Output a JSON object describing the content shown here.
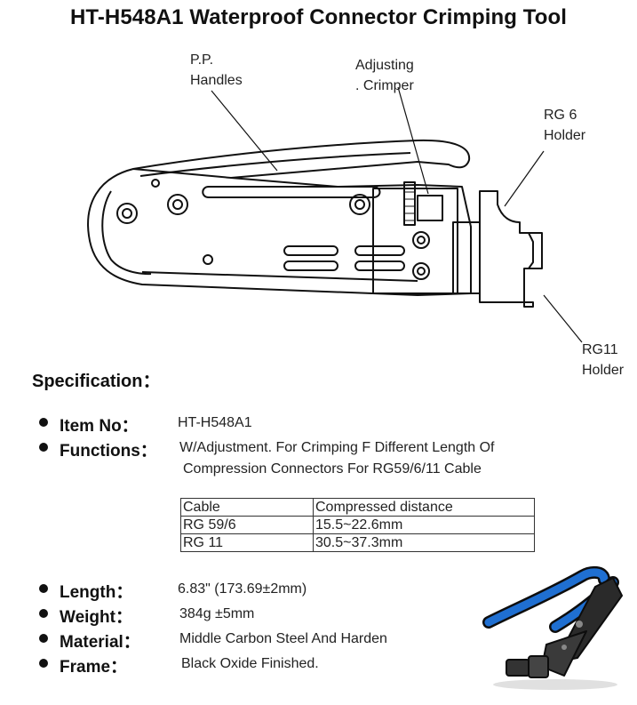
{
  "title": "HT-H548A1 Waterproof Connector Crimping Tool",
  "labels": {
    "pp_handles": [
      "P.P.",
      "Handles"
    ],
    "adjusting_crimper": [
      "Adjusting",
      ". Crimper"
    ],
    "rg6_holder": [
      "RG 6",
      "Holder"
    ],
    "rg11_holder": [
      "RG11",
      "Holder"
    ]
  },
  "spec_heading": "Specification：",
  "specs": {
    "item_no": {
      "key": "Item No：",
      "value": "HT-H548A1"
    },
    "functions": {
      "key": "Functions：",
      "value_lines": [
        "W/Adjustment. For Crimping F Different Length Of",
        "Compression Connectors For RG59/6/11 Cable"
      ]
    },
    "length": {
      "key": "Length：",
      "value": "6.83\" (173.69±2mm)"
    },
    "weight": {
      "key": "Weight：",
      "value": "384g ±5mm"
    },
    "material": {
      "key": "Material：",
      "value": "Middle Carbon Steel And Harden"
    },
    "frame": {
      "key": "Frame：",
      "value": "Black Oxide Finished."
    }
  },
  "table": {
    "headers": [
      "Cable",
      "Compressed distance"
    ],
    "rows": [
      [
        "RG 59/6",
        "15.5~22.6mm"
      ],
      [
        "RG 11",
        "30.5~37.3mm"
      ]
    ]
  },
  "colors": {
    "handle_blue": "#1f6fd1",
    "text": "#111111"
  }
}
